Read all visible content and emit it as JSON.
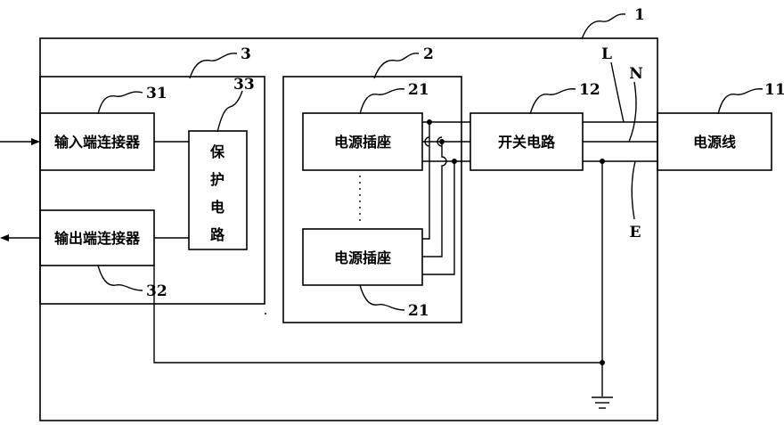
{
  "blocks": {
    "input_connector": "输入端连接器",
    "output_connector": "输出端连接器",
    "protection": [
      "保",
      "护",
      "电",
      "路"
    ],
    "socket_top": "电源插座",
    "socket_bottom": "电源插座",
    "switch_circuit": "开关电路",
    "power_cord": "电源线"
  },
  "refs": {
    "device": "1",
    "socket_group": "2",
    "converter": "3",
    "power_cord": "11",
    "switch_circuit": "12",
    "socket_top": "21",
    "socket_bottom": "21",
    "input_connector": "31",
    "output_connector": "32",
    "protection": "33"
  },
  "lines": {
    "live": "L",
    "neutral": "N",
    "earth": "E"
  }
}
